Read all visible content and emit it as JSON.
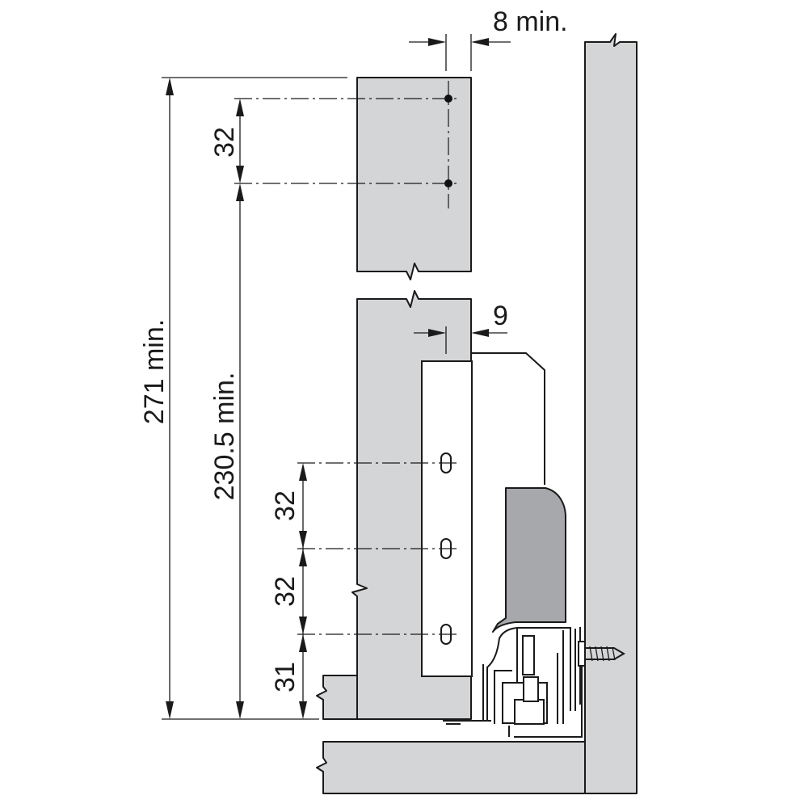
{
  "diagram": {
    "background": "#ffffff",
    "panel_color": "#d3d5d7",
    "runner_color": "#a6a8ab",
    "line_color": "#1a1a1a",
    "dimensions": {
      "side_gap": "8 min.",
      "total_height": "271 min.",
      "drill_height": "230.5 min.",
      "upper_spacing": "32",
      "setback": "9",
      "lower_spacing_1": "32",
      "lower_spacing_2": "32",
      "bottom_offset": "31"
    },
    "icons": [
      "break-mark-icon",
      "screw-icon",
      "drill-hole-icon"
    ]
  }
}
